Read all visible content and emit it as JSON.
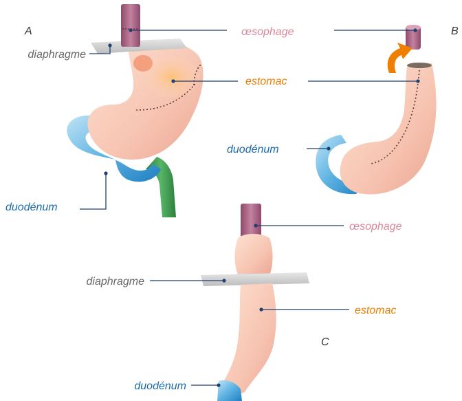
{
  "panels": {
    "a": {
      "letter": "A",
      "labels": {
        "oesophagus": "œsophage",
        "diaphragm": "diaphragme",
        "stomach": "estomac",
        "duodenum": "duodénum"
      }
    },
    "b": {
      "letter": "B",
      "labels": {
        "stomach": "estomac",
        "duodenum": "duodénum"
      }
    },
    "c": {
      "letter": "C",
      "labels": {
        "oesophagus": "œsophage",
        "diaphragm": "diaphragme",
        "stomach": "estomac",
        "duodenum": "duodénum"
      }
    }
  },
  "colors": {
    "oesophagus_label": "#d9889a",
    "stomach_label": "#ee7f00",
    "diaphragm_label": "#666666",
    "duodenum_label": "#1c6aa8",
    "leader_line": "#1f3f6e",
    "stomach_fill": "#f6c6b3",
    "oesophagus_fill": "#b06a8a",
    "duodenum_fill": "#4aa6dc",
    "intestine_fill": "#3f9a50",
    "diaphragm_fill": "#d4d4d4",
    "arrow_fill": "#ee7f00"
  }
}
